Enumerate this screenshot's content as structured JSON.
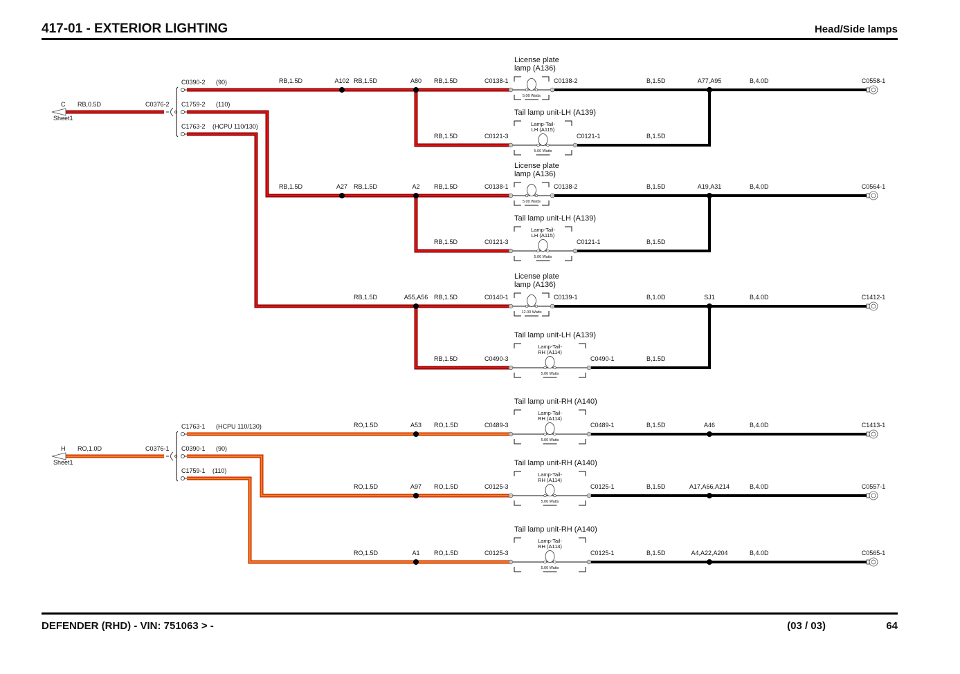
{
  "header": {
    "title": "417-01 - EXTERIOR LIGHTING",
    "subtitle": "Head/Side lamps"
  },
  "footer": {
    "vehicle": "DEFENDER  (RHD) - VIN: 751063 > -",
    "sheet": "(03 / 03)",
    "page": "64"
  },
  "colors": {
    "red_core": "#e01010",
    "red_edge": "#7a0000",
    "orange_core": "#ff7a1a",
    "orange_edge": "#b82800",
    "ground_wire": "#000000"
  },
  "feeds": [
    {
      "letter": "C",
      "sheet": "Sheet1",
      "wire": "RB,0.5D",
      "connector": "C0376-2",
      "branches": [
        {
          "pin": "C0390-2",
          "note": "(90)"
        },
        {
          "pin": "C1759-2",
          "note": "(110)"
        },
        {
          "pin": "C1763-2",
          "note": "(HCPU 110/130)"
        }
      ]
    },
    {
      "letter": "H",
      "sheet": "Sheet1",
      "wire": "RO,1.0D",
      "connector": "C0376-1",
      "branches": [
        {
          "pin": "C1763-1",
          "note": "(HCPU 110/130)"
        },
        {
          "pin": "C0390-1",
          "note": "(90)"
        },
        {
          "pin": "C1759-1",
          "note": "(110)"
        }
      ]
    }
  ],
  "rows": [
    {
      "wire0": "RB,1.5D",
      "splice1": "A102",
      "wire1": "RB,1.5D",
      "splice2": "A80",
      "wire2": "RB,1.5D",
      "conn_in": "C0138-1",
      "title": [
        "License plate",
        "lamp (A136)"
      ],
      "lamp": [],
      "watts": "5.00 Watts",
      "conn_out": "C0138-2",
      "wire3": "B,1.5D",
      "splice3": "A77,A95",
      "wire4": "B,4.0D",
      "ground": "C0558-1"
    },
    {
      "wire2": "RB,1.5D",
      "conn_in": "C0121-3",
      "title": [
        "Tail lamp unit-LH (A139)"
      ],
      "lamp": [
        "Lamp-Tail-",
        "LH (A115)"
      ],
      "watts": "5.00 Watts",
      "conn_out": "C0121-1",
      "wire3": "B,1.5D"
    },
    {
      "wire0": "RB,1.5D",
      "splice1": "A27",
      "wire1": "RB,1.5D",
      "splice2": "A2",
      "wire2": "RB,1.5D",
      "conn_in": "C0138-1",
      "title": [
        "License plate",
        "lamp (A136)"
      ],
      "lamp": [],
      "watts": "5.00 Watts",
      "conn_out": "C0138-2",
      "wire3": "B,1.5D",
      "splice3": "A19,A31",
      "wire4": "B,4.0D",
      "ground": "C0564-1"
    },
    {
      "wire2": "RB,1.5D",
      "conn_in": "C0121-3",
      "title": [
        "Tail lamp unit-LH (A139)"
      ],
      "lamp": [
        "Lamp-Tail-",
        "LH (A115)"
      ],
      "watts": "5.00 Watts",
      "conn_out": "C0121-1",
      "wire3": "B,1.5D"
    },
    {
      "wire1": "RB,1.5D",
      "splice2": "A55,A56",
      "wire2": "RB,1.5D",
      "conn_in": "C0140-1",
      "title": [
        "License plate",
        "lamp (A136)"
      ],
      "lamp": [],
      "watts": "12.00 Watts",
      "conn_out": "C0139-1",
      "wire3": "B,1.0D",
      "splice3": "SJ1",
      "wire4": "B,4.0D",
      "ground": "C1412-1"
    },
    {
      "wire2": "RB,1.5D",
      "conn_in": "C0490-3",
      "title": [
        "Tail lamp unit-LH (A139)"
      ],
      "lamp": [
        "Lamp-Tail-",
        "RH (A114)"
      ],
      "watts": "5.00 Watts",
      "conn_out": "C0490-1",
      "wire3": "B,1.5D"
    },
    {
      "wire1": "RO,1.5D",
      "splice2": "A53",
      "wire2": "RO,1.5D",
      "conn_in": "C0489-3",
      "title": [
        "Tail lamp unit-RH (A140)"
      ],
      "lamp": [
        "Lamp-Tail-",
        "RH (A114)"
      ],
      "watts": "5.00 Watts",
      "conn_out": "C0489-1",
      "wire3": "B,1.5D",
      "splice3": "A46",
      "wire4": "B,4.0D",
      "ground": "C1413-1"
    },
    {
      "wire1": "RO,1.5D",
      "splice2": "A97",
      "wire2": "RO,1.5D",
      "conn_in": "C0125-3",
      "title": [
        "Tail lamp unit-RH (A140)"
      ],
      "lamp": [
        "Lamp-Tail-",
        "RH (A114)"
      ],
      "watts": "5.00 Watts",
      "conn_out": "C0125-1",
      "wire3": "B,1.5D",
      "splice3": "A17,A66,A214",
      "wire4": "B,4.0D",
      "ground": "C0557-1"
    },
    {
      "wire1": "RO,1.5D",
      "splice2": "A1",
      "wire2": "RO,1.5D",
      "conn_in": "C0125-3",
      "title": [
        "Tail lamp unit-RH (A140)"
      ],
      "lamp": [
        "Lamp-Tail-",
        "RH (A114)"
      ],
      "watts": "5.00 Watts",
      "conn_out": "C0125-1",
      "wire3": "B,1.5D",
      "splice3": "A4,A22,A204",
      "wire4": "B,4.0D",
      "ground": "C0565-1"
    }
  ]
}
